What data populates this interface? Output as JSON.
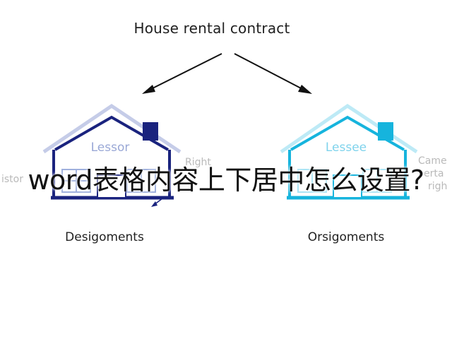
{
  "diagram": {
    "title": "House rental contract",
    "overlay_text": "word表格内容上下居中怎么设置?",
    "left_house": {
      "label": "Lessor",
      "caption": "Desigoments",
      "side_text_right": "Right",
      "side_text_left": "istor"
    },
    "right_house": {
      "label": "Lessee",
      "caption": "Orsigoments",
      "side_text_lines": [
        "Came",
        "erta",
        "righ"
      ]
    },
    "colors": {
      "left_house": "#1a237e",
      "left_house_faint": "#9fb0dd",
      "right_house": "#16b4dd",
      "right_house_faint": "#a8e4f5",
      "arrows": "#111111"
    }
  }
}
